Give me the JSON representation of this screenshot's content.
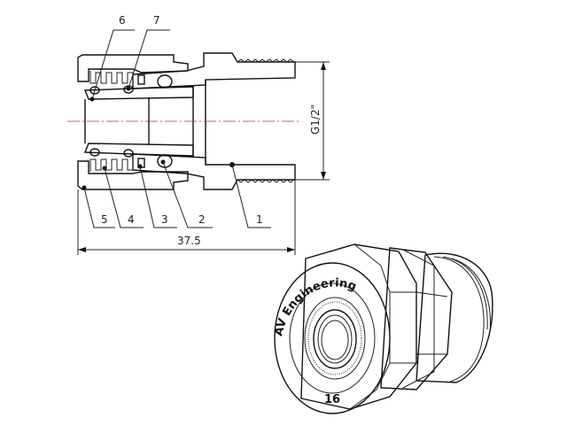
{
  "section_view": {
    "part_numbers": [
      "1",
      "2",
      "3",
      "4",
      "5",
      "6",
      "7"
    ],
    "overall_length": "37.5",
    "thread_size": "G1/2\"",
    "centerline_color": "#cc2222"
  },
  "iso_view": {
    "brand": "AV Engineering",
    "size_marking": "16"
  }
}
